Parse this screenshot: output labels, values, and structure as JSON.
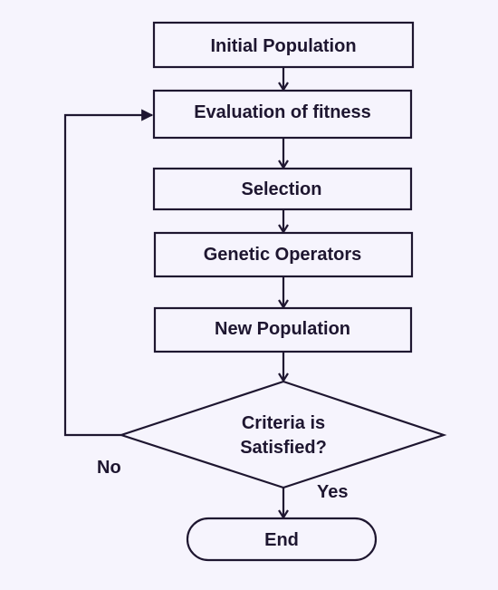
{
  "diagram": {
    "colors": {
      "background": "#f6f4fd",
      "stroke": "#1e1630",
      "text": "#1e1630"
    },
    "nodes": {
      "initial": "Initial Population",
      "evaluation": "Evaluation of fitness",
      "selection": "Selection",
      "operators": "Genetic Operators",
      "new_population": "New Population",
      "criteria_line1": "Criteria is",
      "criteria_line2": "Satisfied?",
      "end": "End"
    },
    "edges": {
      "no": "No",
      "yes": "Yes"
    }
  }
}
